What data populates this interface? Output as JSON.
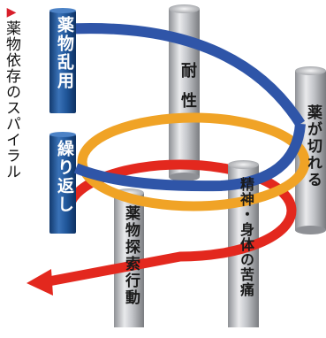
{
  "title": "薬物依存のスパイラル",
  "pillars": {
    "abuse": "薬物乱用",
    "repeat": "繰り返し",
    "tolerance_1": "耐",
    "tolerance_2": "性",
    "wearing_off": "薬が切れる",
    "suffering": "精神・身体の苦痛",
    "seeking": "薬物探索行動"
  },
  "colors": {
    "arrow_top": "#2f55a8",
    "ring_middle": "#f0a326",
    "ring_bottom": "#e3281e",
    "pillar_blue": "#1d4e8f",
    "pillar_gray": "#b7b9bd",
    "title_marker": "#d81e2a"
  },
  "icons": {
    "marker": "triangle-right-icon"
  }
}
